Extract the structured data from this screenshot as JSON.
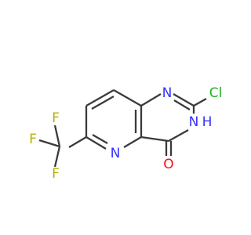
{
  "molecule": {
    "atoms": [
      {
        "id": "N1",
        "text": "N",
        "color": "#3333ff"
      },
      {
        "id": "Cl",
        "text": "Cl",
        "color": "#1fb31f"
      },
      {
        "id": "NH",
        "text": "N",
        "color": "#3333ff"
      },
      {
        "id": "H",
        "text": "H",
        "color": "#3333ff"
      },
      {
        "id": "N5",
        "text": "N",
        "color": "#3333ff"
      },
      {
        "id": "O",
        "text": "O",
        "color": "#ff0d0d"
      },
      {
        "id": "F1",
        "text": "F",
        "color": "#b3b300"
      },
      {
        "id": "F2",
        "text": "F",
        "color": "#b3b300"
      },
      {
        "id": "F3",
        "text": "F",
        "color": "#b3b300"
      }
    ],
    "bond_color": "#3a3a3a"
  }
}
